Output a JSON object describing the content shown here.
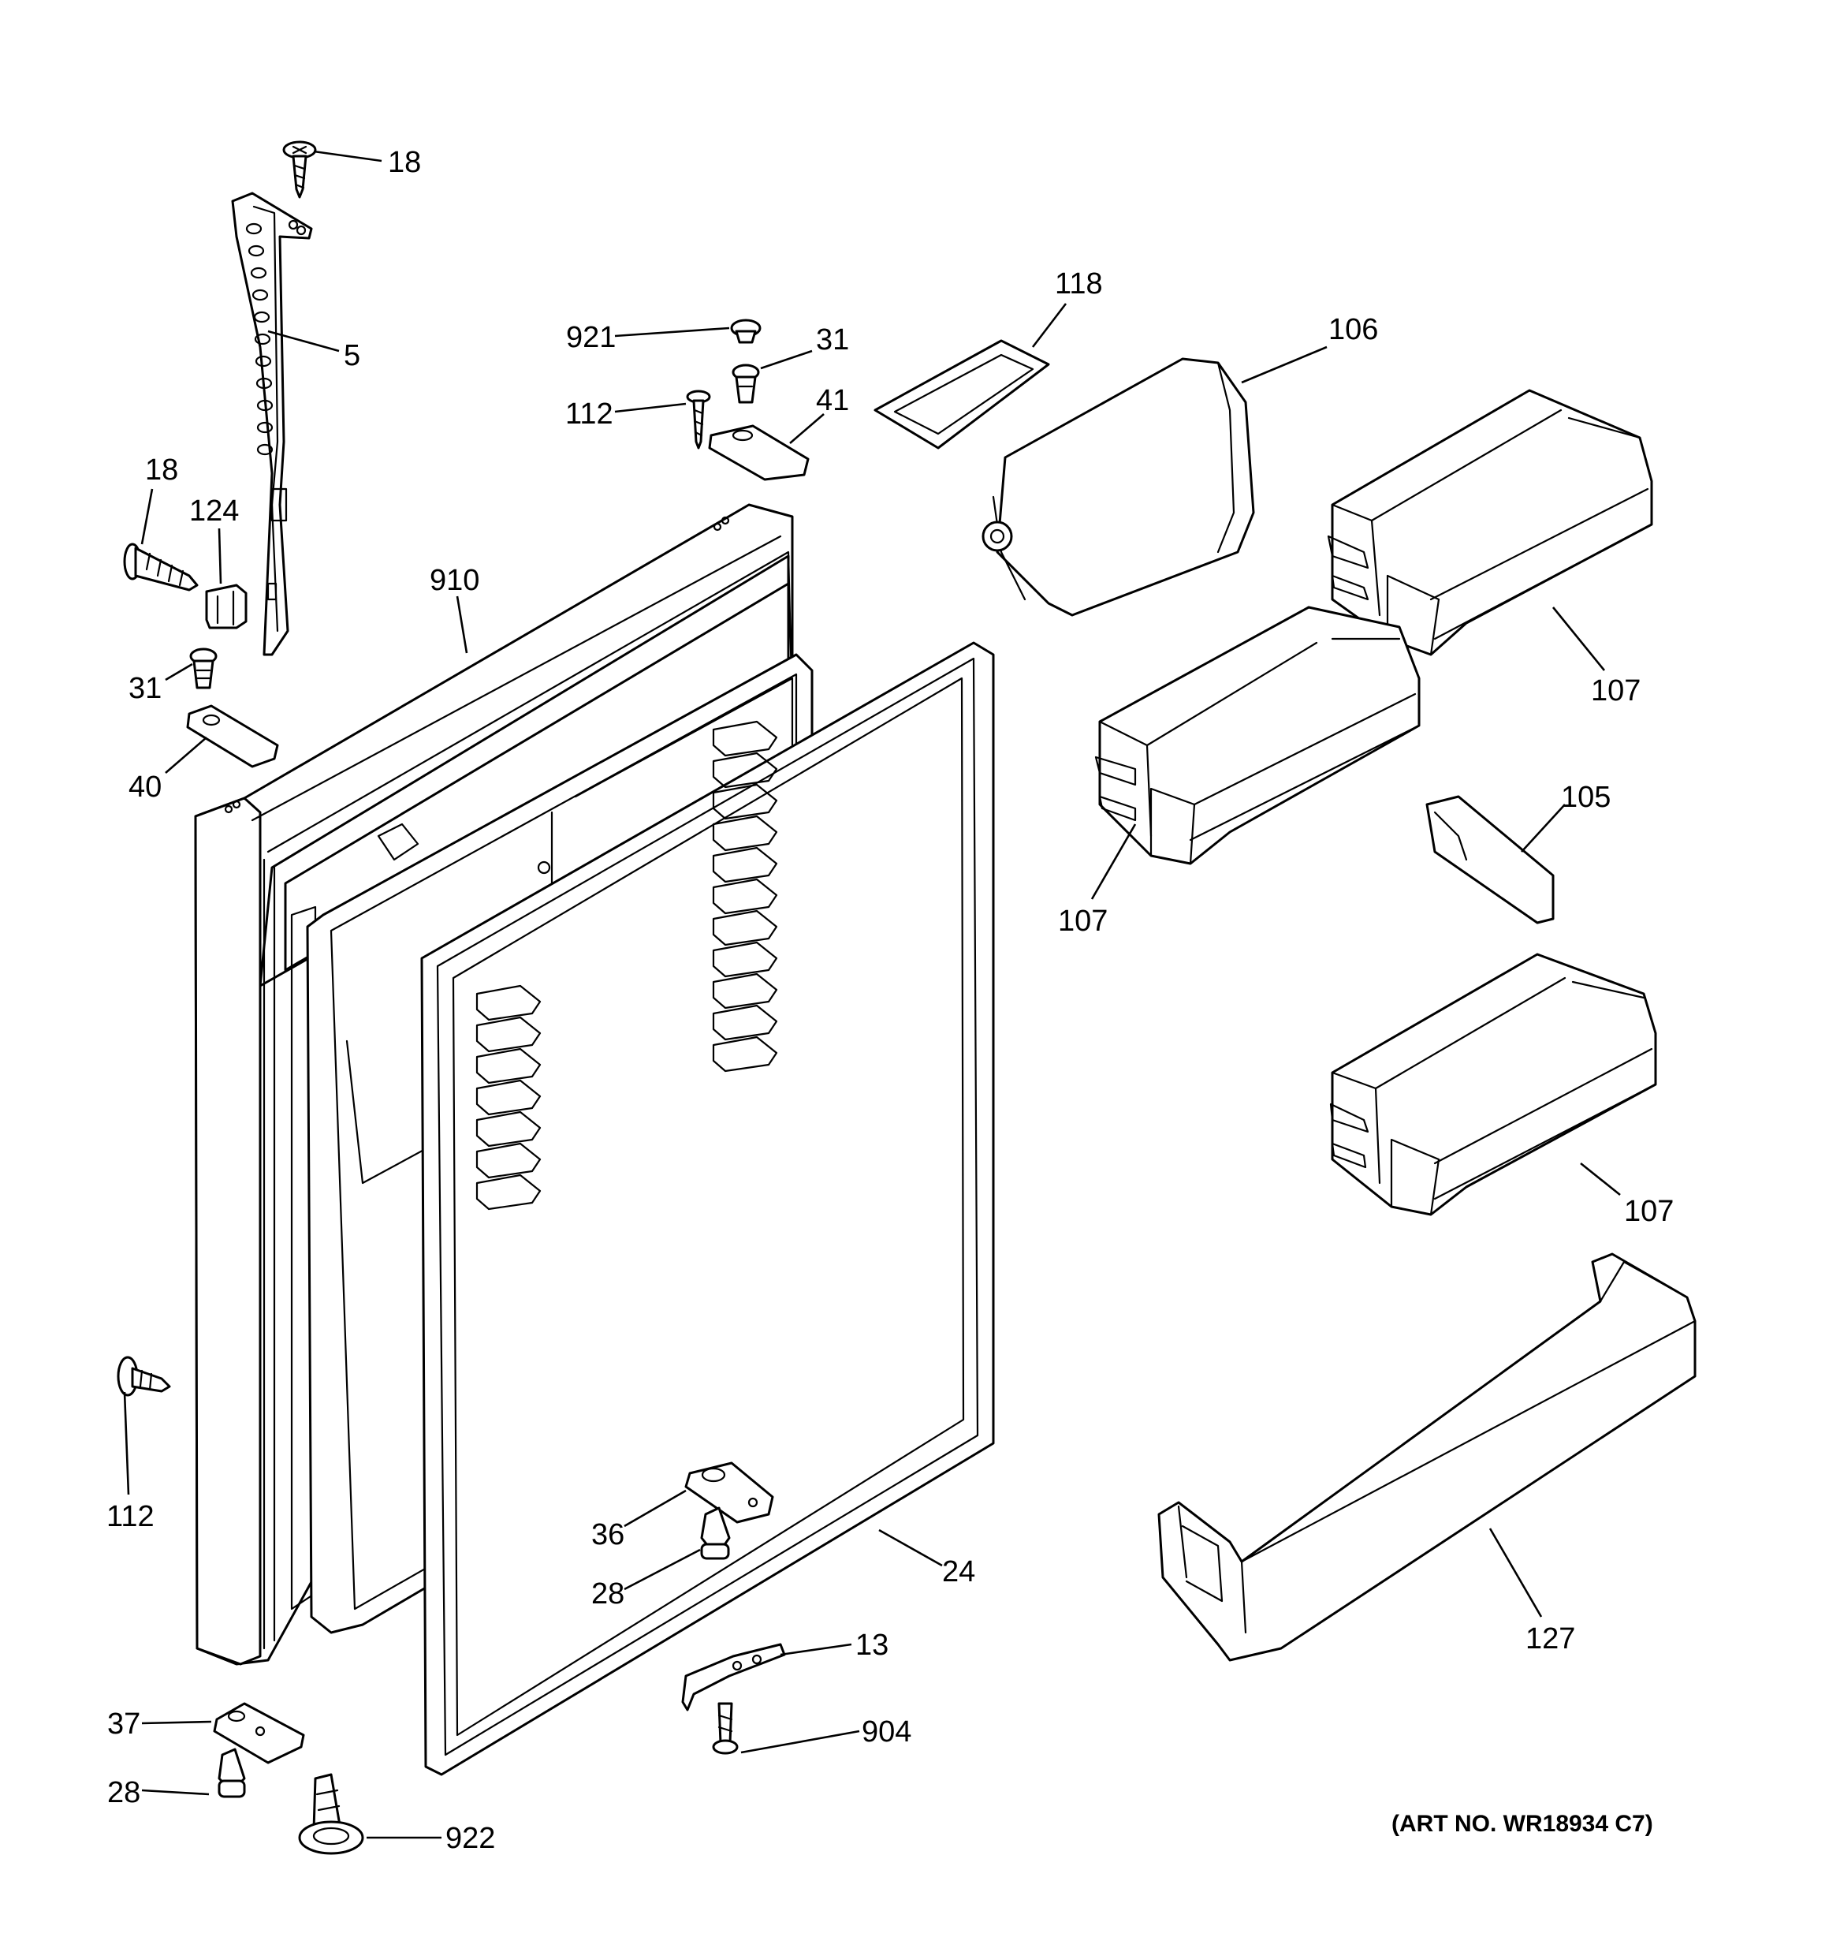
{
  "callouts": [
    {
      "id": "c18a",
      "label": "18"
    },
    {
      "id": "c5",
      "label": "5"
    },
    {
      "id": "c18b",
      "label": "18"
    },
    {
      "id": "c124",
      "label": "124"
    },
    {
      "id": "c31a",
      "label": "31"
    },
    {
      "id": "c40",
      "label": "40"
    },
    {
      "id": "c910",
      "label": "910"
    },
    {
      "id": "c921",
      "label": "921"
    },
    {
      "id": "c31b",
      "label": "31"
    },
    {
      "id": "c112a",
      "label": "112"
    },
    {
      "id": "c41",
      "label": "41"
    },
    {
      "id": "c118",
      "label": "118"
    },
    {
      "id": "c106",
      "label": "106"
    },
    {
      "id": "c107a",
      "label": "107"
    },
    {
      "id": "c107b",
      "label": "107"
    },
    {
      "id": "c105",
      "label": "105"
    },
    {
      "id": "c107c",
      "label": "107"
    },
    {
      "id": "c127",
      "label": "127"
    },
    {
      "id": "c112b",
      "label": "112"
    },
    {
      "id": "c36",
      "label": "36"
    },
    {
      "id": "c28a",
      "label": "28"
    },
    {
      "id": "c24",
      "label": "24"
    },
    {
      "id": "c13",
      "label": "13"
    },
    {
      "id": "c904",
      "label": "904"
    },
    {
      "id": "c37",
      "label": "37"
    },
    {
      "id": "c28b",
      "label": "28"
    },
    {
      "id": "c922",
      "label": "922"
    }
  ],
  "art_number": "(ART NO. WR18934 C7)"
}
